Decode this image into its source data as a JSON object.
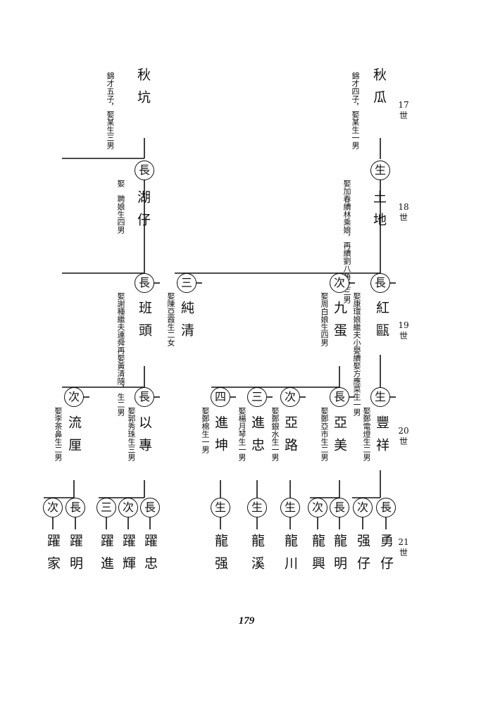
{
  "page_number": "179",
  "generations": [
    {
      "num": "17",
      "unit": "世"
    },
    {
      "num": "18",
      "unit": "世"
    },
    {
      "num": "19",
      "unit": "世"
    },
    {
      "num": "20",
      "unit": "世"
    },
    {
      "num": "21",
      "unit": "世"
    }
  ],
  "gen17": [
    {
      "name": "秋瓜",
      "note": [
        "錦才四子，娶某生一",
        "男"
      ]
    },
    {
      "name": "秋坑",
      "note": [
        "錦才五子，娶某生三",
        "男"
      ]
    }
  ],
  "gen18": [
    {
      "badge": "生",
      "name": "土地",
      "note": [
        "娶加春續林乘娘，再",
        "續劉八角生三男"
      ]
    },
    {
      "badge": "長",
      "name": "湖仔",
      "note": [
        "娶　聘娘生四男"
      ]
    }
  ],
  "gen19": [
    {
      "badge": "長",
      "name": "紅甌",
      "note": [
        "娶康環娘繼夫小嬰",
        "續娶方應菜生一男"
      ]
    },
    {
      "badge": "次",
      "name": "九蛋",
      "note": [
        "娶周白娘生四男"
      ]
    },
    {
      "badge": "三",
      "name": "純清",
      "note": [
        "娶陳亞霞生二女"
      ]
    },
    {
      "badge": "長",
      "name": "班頭",
      "note": [
        "娶謝種繼夫連舜再",
        "娶黃清隨，生二男"
      ]
    }
  ],
  "gen20": [
    {
      "badge": "生",
      "name": "豐祥",
      "note": [
        "娶鄭電燈生二男"
      ]
    },
    {
      "badge": "長",
      "name": "亞美",
      "note": [
        "娶鄭亞市生二男"
      ]
    },
    {
      "badge": "次",
      "name": "亞路",
      "note": [
        "娶鄭銀水生一男"
      ]
    },
    {
      "badge": "三",
      "name": "進忠",
      "note": [
        "娶楊月琴生一男"
      ]
    },
    {
      "badge": "四",
      "name": "進坤",
      "note": [
        "娶鄭棉生一男"
      ]
    },
    {
      "badge": "長",
      "name": "以專",
      "note": [
        "娶郭秀珠生三男"
      ]
    },
    {
      "badge": "次",
      "name": "流厘",
      "note": [
        "娶李茶鼻生二男"
      ]
    }
  ],
  "gen21": [
    {
      "badge": "長",
      "name": "勇仔"
    },
    {
      "badge": "次",
      "name": "强仔"
    },
    {
      "badge": "長",
      "name": "龍明"
    },
    {
      "badge": "次",
      "name": "龍興"
    },
    {
      "badge": "生",
      "name": "龍川"
    },
    {
      "badge": "生",
      "name": "龍溪"
    },
    {
      "badge": "生",
      "name": "龍强"
    },
    {
      "badge": "長",
      "name": "躍忠"
    },
    {
      "badge": "次",
      "name": "躍輝"
    },
    {
      "badge": "三",
      "name": "躍進"
    },
    {
      "badge": "長",
      "name": "躍明"
    },
    {
      "badge": "次",
      "name": "躍家"
    }
  ]
}
